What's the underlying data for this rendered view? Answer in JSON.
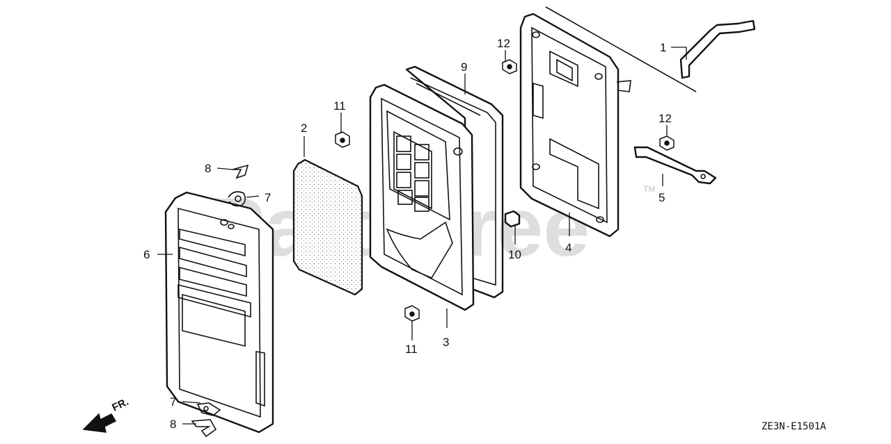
{
  "watermark": {
    "text": "PartsTree",
    "trademark": "TM"
  },
  "drawing_code": "ZE3N-E1501A",
  "direction_label": "FR.",
  "callouts": [
    {
      "label": "1"
    },
    {
      "label": "2"
    },
    {
      "label": "3"
    },
    {
      "label": "4"
    },
    {
      "label": "5"
    },
    {
      "label": "6"
    },
    {
      "label": "7"
    },
    {
      "label": "7"
    },
    {
      "label": "8"
    },
    {
      "label": "8"
    },
    {
      "label": "9"
    },
    {
      "label": "10"
    },
    {
      "label": "11"
    },
    {
      "label": "11"
    },
    {
      "label": "12"
    },
    {
      "label": "12"
    }
  ],
  "colors": {
    "line": "#111111",
    "watermark": "#d3d3d3",
    "background": "#ffffff"
  }
}
